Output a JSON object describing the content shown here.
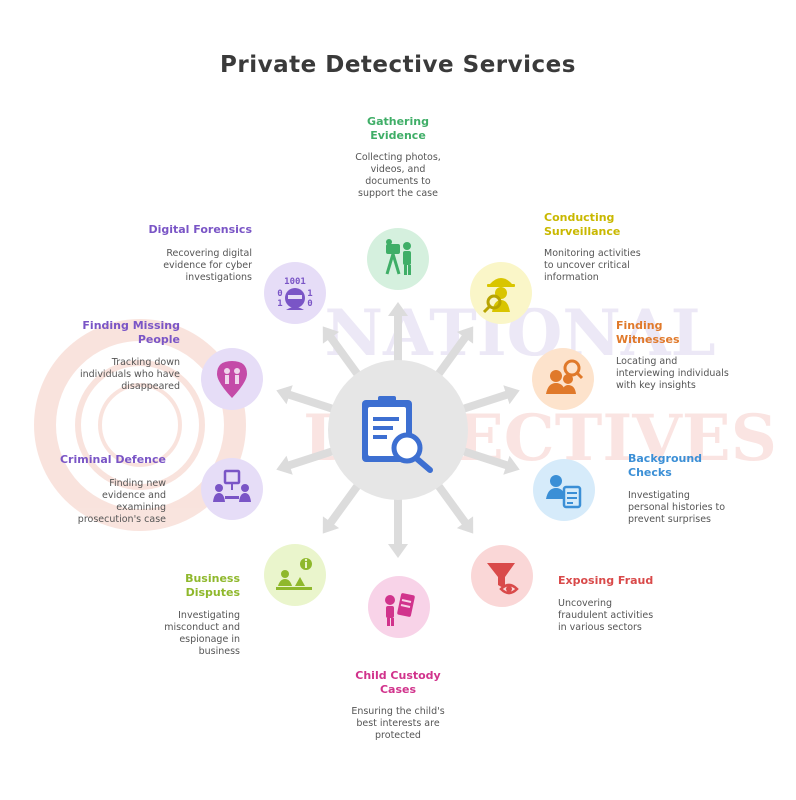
{
  "title": "Private Detective Services",
  "watermark": {
    "line1": "NATIONAL",
    "line2": "DETECTIVES"
  },
  "colors": {
    "green": "#3fae67",
    "yellow": "#c9b800",
    "orange": "#e0792a",
    "blue": "#3b8fd6",
    "red": "#d94a4a",
    "pink": "#d1338c",
    "lime": "#8fb82c",
    "purple": "#7a55c6",
    "violet": "#7a55c6",
    "center_icon": "#3d6fd1"
  },
  "center": {
    "icon": "clipboard-search-icon"
  },
  "services": [
    {
      "key": "gathering",
      "label": "Gathering\nEvidence",
      "desc": "Collecting photos,\nvideos, and\ndocuments to\nsupport the case",
      "icon": "camera-tripod-icon"
    },
    {
      "key": "surveillance",
      "label": "Conducting\nSurveillance",
      "desc": "Monitoring activities\nto uncover critical\ninformation",
      "icon": "detective-magnifier-icon"
    },
    {
      "key": "witnesses",
      "label": "Finding\nWitnesses",
      "desc": "Locating and\ninterviewing individuals\nwith key insights",
      "icon": "people-search-icon"
    },
    {
      "key": "background",
      "label": "Background\nChecks",
      "desc": "Investigating\npersonal histories to\nprevent surprises",
      "icon": "person-document-icon"
    },
    {
      "key": "fraud",
      "label": "Exposing Fraud",
      "desc": "Uncovering\nfraudulent activities\nin various sectors",
      "icon": "funnel-eye-icon"
    },
    {
      "key": "custody",
      "label": "Child Custody\nCases",
      "desc": "Ensuring the child's\nbest interests are\nprotected",
      "icon": "child-document-icon"
    },
    {
      "key": "business",
      "label": "Business\nDisputes",
      "desc": "Investigating\nmisconduct and\nespionage in\nbusiness",
      "icon": "meeting-info-icon"
    },
    {
      "key": "criminal",
      "label": "Criminal Defence",
      "desc": "Finding new\nevidence and\nexamining\nprosecution's case",
      "icon": "presentation-people-icon"
    },
    {
      "key": "missing",
      "label": "Finding Missing\nPeople",
      "desc": "Tracking down\nindividuals who have\ndisappeared",
      "icon": "location-people-icon"
    },
    {
      "key": "forensics",
      "label": "Digital Forensics",
      "desc": "Recovering digital\nevidence for cyber\ninvestigations",
      "icon": "binary-hacker-icon"
    }
  ]
}
